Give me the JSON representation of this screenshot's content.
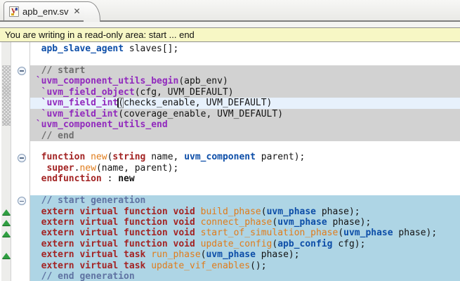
{
  "tab": {
    "title": "apb_env.sv",
    "close_icon": "✕",
    "file_icon": "systemverilog-file-icon"
  },
  "warning": {
    "text": "You are writing in a read-only area: start ... end"
  },
  "colors": {
    "read_only_block": "#d2d2d2",
    "generated_block": "#aed5e5",
    "current_line": "#e7f1fc",
    "warning_bg": "#f7f7c5",
    "keyword": "#a32424",
    "type": "#0d4ea8",
    "macro": "#9129bd",
    "function_name": "#e07c1b",
    "comment": "#6f6f6f",
    "generation_comment": "#5f73a2",
    "marker_triangle": "#2f9e41"
  },
  "editor": {
    "read_only_hatch": {
      "from_line": 2,
      "to_line": 7
    },
    "lines": [
      {
        "bg": "none",
        "marker": "",
        "segs": [
          [
            "  ",
            "plain"
          ],
          [
            "apb_slave_agent",
            "type"
          ],
          [
            " slaves[];",
            "plain"
          ]
        ]
      },
      {
        "bg": "none",
        "marker": "",
        "segs": []
      },
      {
        "bg": "gray",
        "marker": "fold",
        "segs": [
          [
            "  // start",
            "comment"
          ]
        ]
      },
      {
        "bg": "gray",
        "marker": "",
        "segs": [
          [
            " ",
            "plain"
          ],
          [
            "`uvm_component_utils_begin",
            "macro"
          ],
          [
            "(apb_env)",
            "plain"
          ]
        ]
      },
      {
        "bg": "gray",
        "marker": "",
        "segs": [
          [
            "  ",
            "plain"
          ],
          [
            "`uvm_field_object",
            "macro"
          ],
          [
            "(cfg, UVM_DEFAULT)",
            "plain"
          ]
        ]
      },
      {
        "bg": "current",
        "marker": "",
        "segs": [
          [
            "  ",
            "plain"
          ],
          [
            "`uvm_field_int",
            "macro"
          ],
          [
            "(",
            "bracket"
          ],
          [
            "checks_enable, UVM_DEFAULT)",
            "plain"
          ]
        ]
      },
      {
        "bg": "gray",
        "marker": "",
        "segs": [
          [
            "  ",
            "plain"
          ],
          [
            "`uvm_field_int",
            "macro"
          ],
          [
            "(coverage_enable, UVM_DEFAULT)",
            "plain"
          ]
        ]
      },
      {
        "bg": "gray",
        "marker": "",
        "segs": [
          [
            " ",
            "plain"
          ],
          [
            "`uvm_component_utils_end",
            "macro"
          ]
        ]
      },
      {
        "bg": "gray",
        "marker": "",
        "segs": [
          [
            "  // end",
            "comment"
          ]
        ]
      },
      {
        "bg": "none",
        "marker": "",
        "segs": []
      },
      {
        "bg": "none",
        "marker": "fold",
        "segs": [
          [
            "  ",
            "plain"
          ],
          [
            "function",
            "kw"
          ],
          [
            " ",
            "plain"
          ],
          [
            "new",
            "fn"
          ],
          [
            "(",
            "plain"
          ],
          [
            "string",
            "kw"
          ],
          [
            " name, ",
            "plain"
          ],
          [
            "uvm_component",
            "type"
          ],
          [
            " parent);",
            "plain"
          ]
        ]
      },
      {
        "bg": "none",
        "marker": "",
        "segs": [
          [
            "   ",
            "plain"
          ],
          [
            "super",
            "kw"
          ],
          [
            ".",
            "plain"
          ],
          [
            "new",
            "fn"
          ],
          [
            "(name, parent);",
            "plain"
          ]
        ]
      },
      {
        "bg": "none",
        "marker": "",
        "segs": [
          [
            "  ",
            "plain"
          ],
          [
            "endfunction",
            "kw"
          ],
          [
            " : ",
            "plain"
          ],
          [
            "new",
            "bold"
          ]
        ]
      },
      {
        "bg": "none",
        "marker": "",
        "segs": []
      },
      {
        "bg": "blue",
        "marker": "fold",
        "segs": [
          [
            "  // start generation",
            "gencomment"
          ]
        ]
      },
      {
        "bg": "blue",
        "marker": "triangle",
        "segs": [
          [
            "  ",
            "plain"
          ],
          [
            "extern virtual function void",
            "kw"
          ],
          [
            " ",
            "plain"
          ],
          [
            "build_phase",
            "fn"
          ],
          [
            "(",
            "plain"
          ],
          [
            "uvm_phase",
            "type"
          ],
          [
            " phase);",
            "plain"
          ]
        ]
      },
      {
        "bg": "blue",
        "marker": "triangle",
        "segs": [
          [
            "  ",
            "plain"
          ],
          [
            "extern virtual function void",
            "kw"
          ],
          [
            " ",
            "plain"
          ],
          [
            "connect_phase",
            "fn"
          ],
          [
            "(",
            "plain"
          ],
          [
            "uvm_phase",
            "type"
          ],
          [
            " phase);",
            "plain"
          ]
        ]
      },
      {
        "bg": "blue",
        "marker": "triangle",
        "segs": [
          [
            "  ",
            "plain"
          ],
          [
            "extern virtual function void",
            "kw"
          ],
          [
            " ",
            "plain"
          ],
          [
            "start_of_simulation_phase",
            "fn"
          ],
          [
            "(",
            "plain"
          ],
          [
            "uvm_phase",
            "type"
          ],
          [
            " phase);",
            "plain"
          ]
        ]
      },
      {
        "bg": "blue",
        "marker": "",
        "segs": [
          [
            "  ",
            "plain"
          ],
          [
            "extern virtual function void",
            "kw"
          ],
          [
            " ",
            "plain"
          ],
          [
            "update_config",
            "fn"
          ],
          [
            "(",
            "plain"
          ],
          [
            "apb_config",
            "type"
          ],
          [
            " cfg);",
            "plain"
          ]
        ]
      },
      {
        "bg": "blue",
        "marker": "triangle",
        "segs": [
          [
            "  ",
            "plain"
          ],
          [
            "extern virtual task",
            "kw"
          ],
          [
            " ",
            "plain"
          ],
          [
            "run_phase",
            "fn"
          ],
          [
            "(",
            "plain"
          ],
          [
            "uvm_phase",
            "type"
          ],
          [
            " phase);",
            "plain"
          ]
        ]
      },
      {
        "bg": "blue",
        "marker": "",
        "segs": [
          [
            "  ",
            "plain"
          ],
          [
            "extern virtual task",
            "kw"
          ],
          [
            " ",
            "plain"
          ],
          [
            "update_vif_enables",
            "fn"
          ],
          [
            "();",
            "plain"
          ]
        ]
      },
      {
        "bg": "blue",
        "marker": "",
        "segs": [
          [
            "  // end generation",
            "gencomment"
          ]
        ]
      }
    ]
  }
}
